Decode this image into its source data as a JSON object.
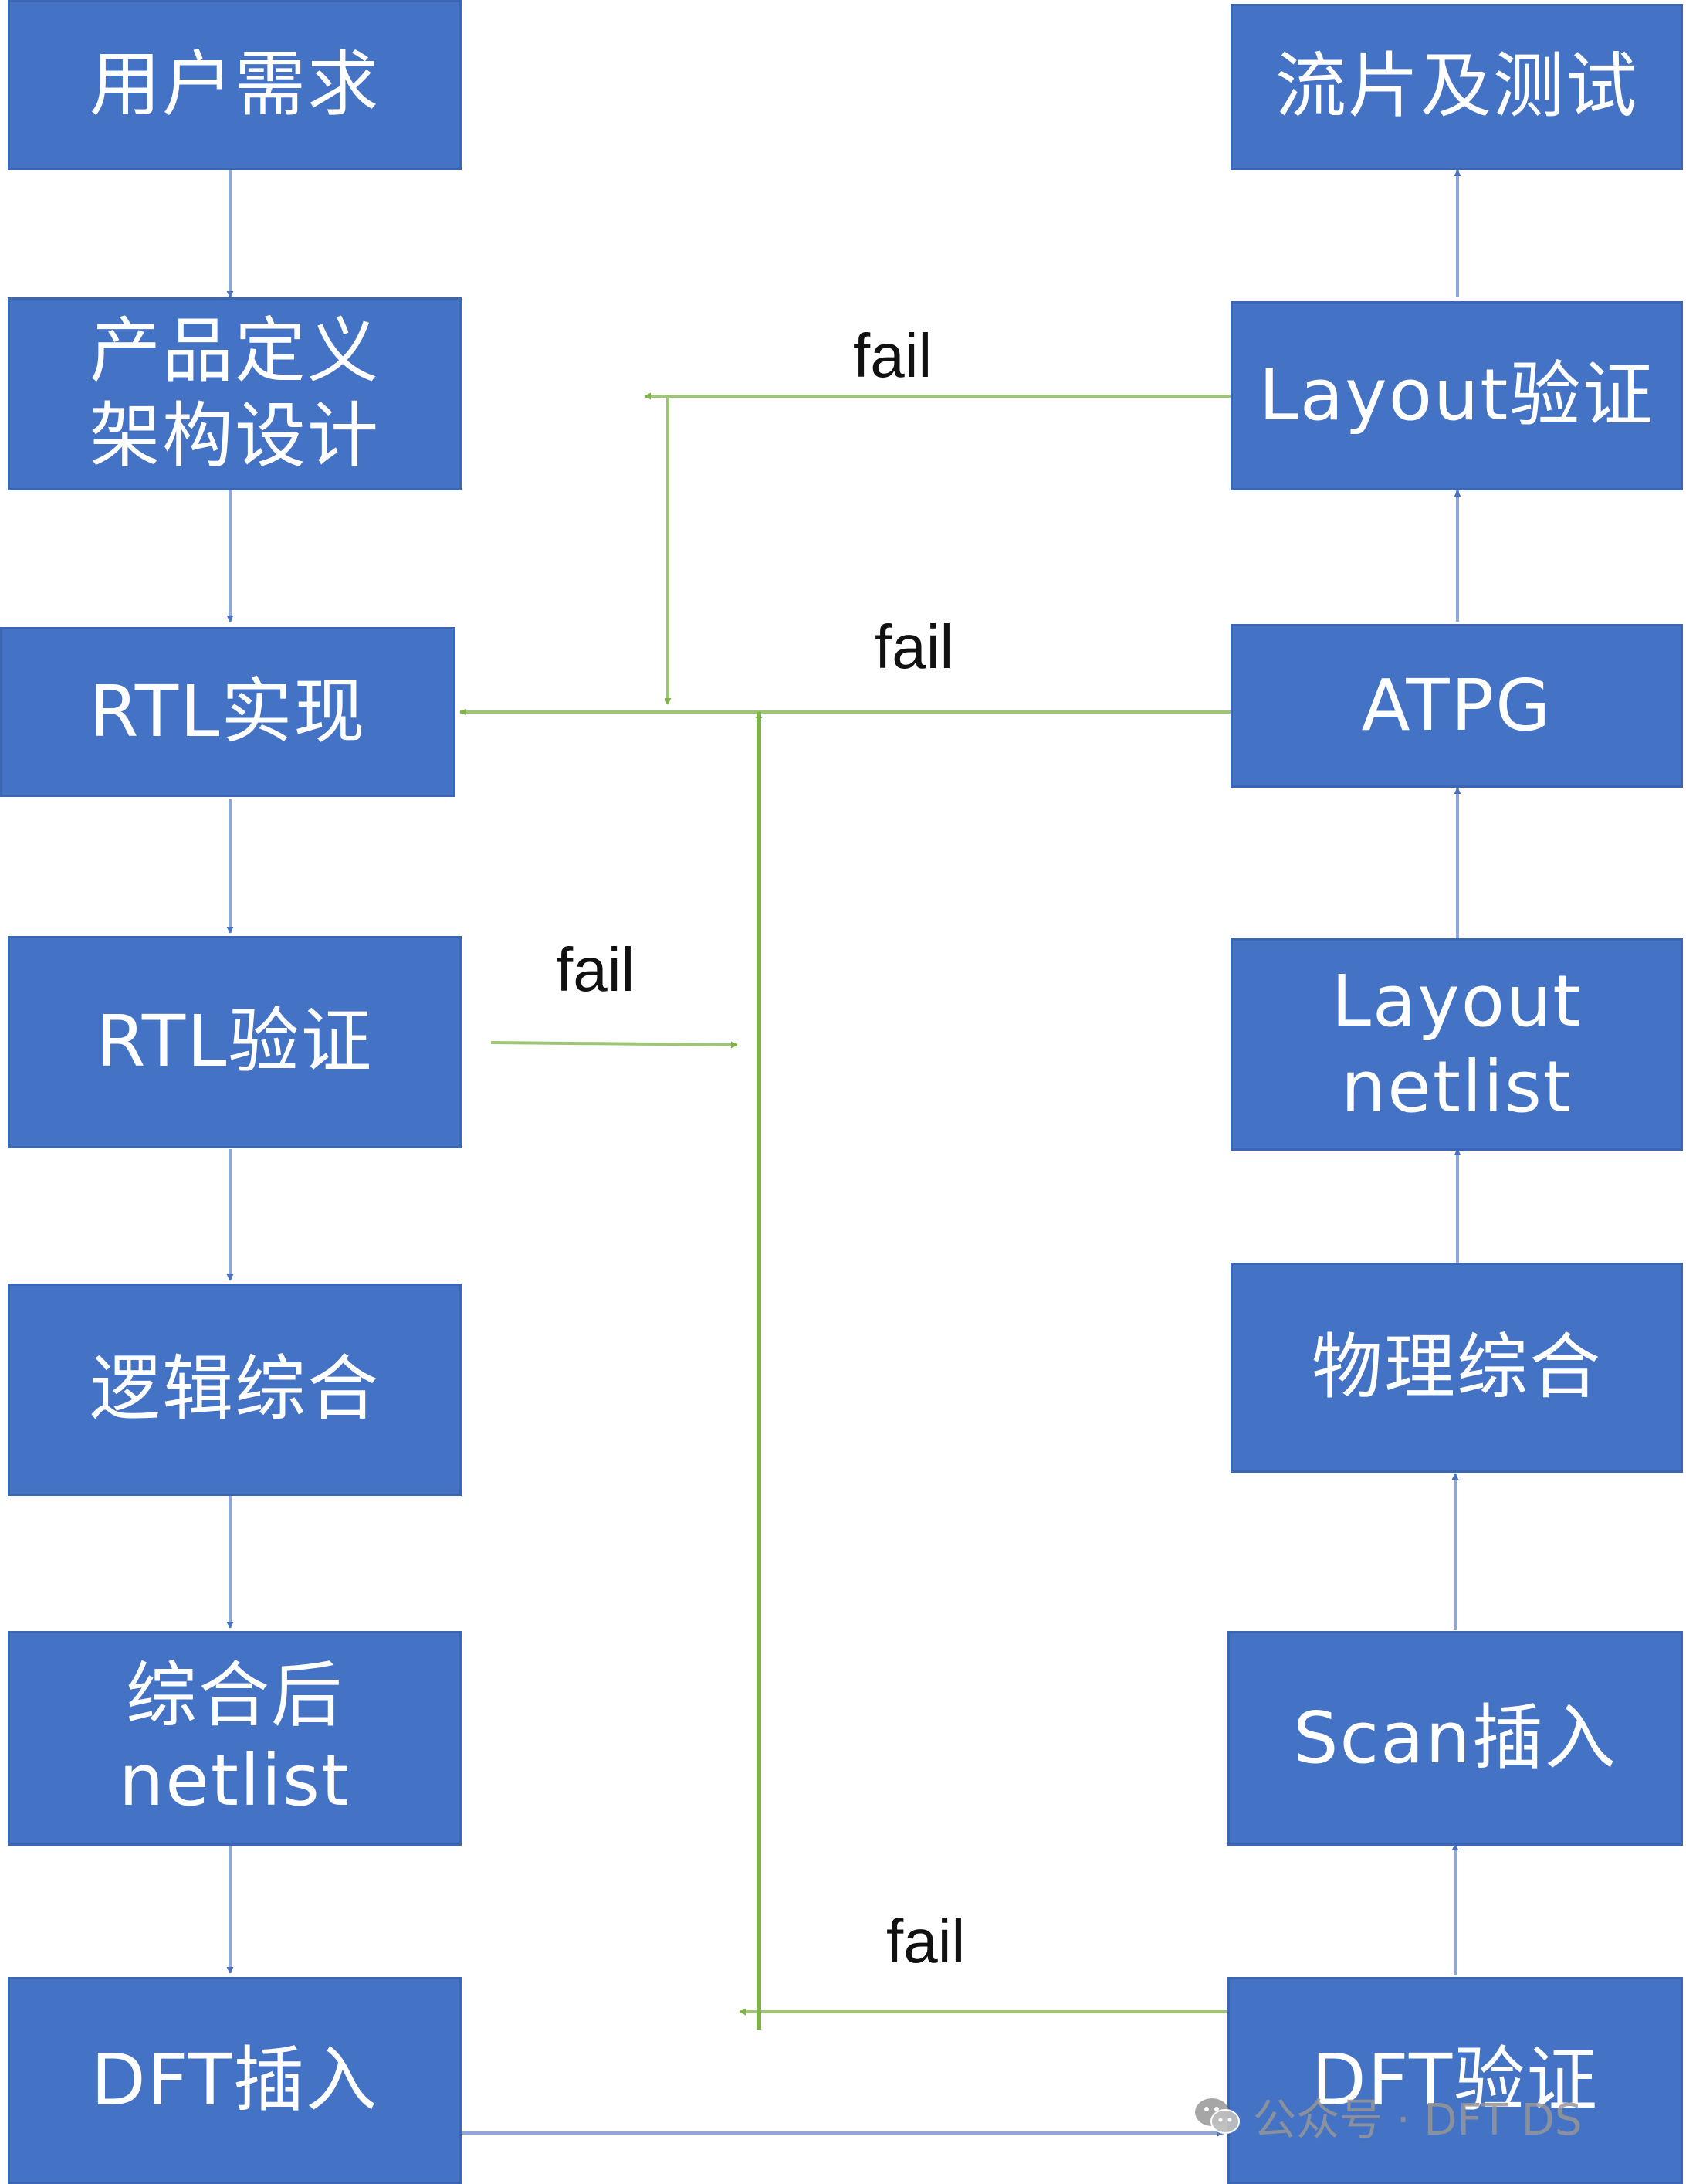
{
  "colors": {
    "box": "#4472c4",
    "flow": "#8fa8d8",
    "fail": "#7fb347"
  },
  "left_column": [
    {
      "lines": [
        "用户需求"
      ]
    },
    {
      "lines": [
        "产品定义",
        "架构设计"
      ]
    },
    {
      "lines": [
        "RTL实现"
      ]
    },
    {
      "lines": [
        "RTL验证"
      ]
    },
    {
      "lines": [
        "逻辑综合"
      ]
    },
    {
      "lines": [
        "综合后",
        "netlist"
      ]
    },
    {
      "lines": [
        "DFT插入"
      ]
    }
  ],
  "right_column": [
    {
      "lines": [
        "流片及测试"
      ]
    },
    {
      "lines": [
        "Layout验证"
      ]
    },
    {
      "lines": [
        "ATPG"
      ]
    },
    {
      "lines": [
        "Layout",
        "netlist"
      ]
    },
    {
      "lines": [
        "物理综合"
      ]
    },
    {
      "lines": [
        "Scan插入"
      ]
    },
    {
      "lines": [
        "DFT验证"
      ]
    }
  ],
  "fail_labels": [
    "fail",
    "fail",
    "fail",
    "fail"
  ],
  "watermark": {
    "icon": "wechat-icon",
    "text": "公众号 · DFT DS"
  }
}
